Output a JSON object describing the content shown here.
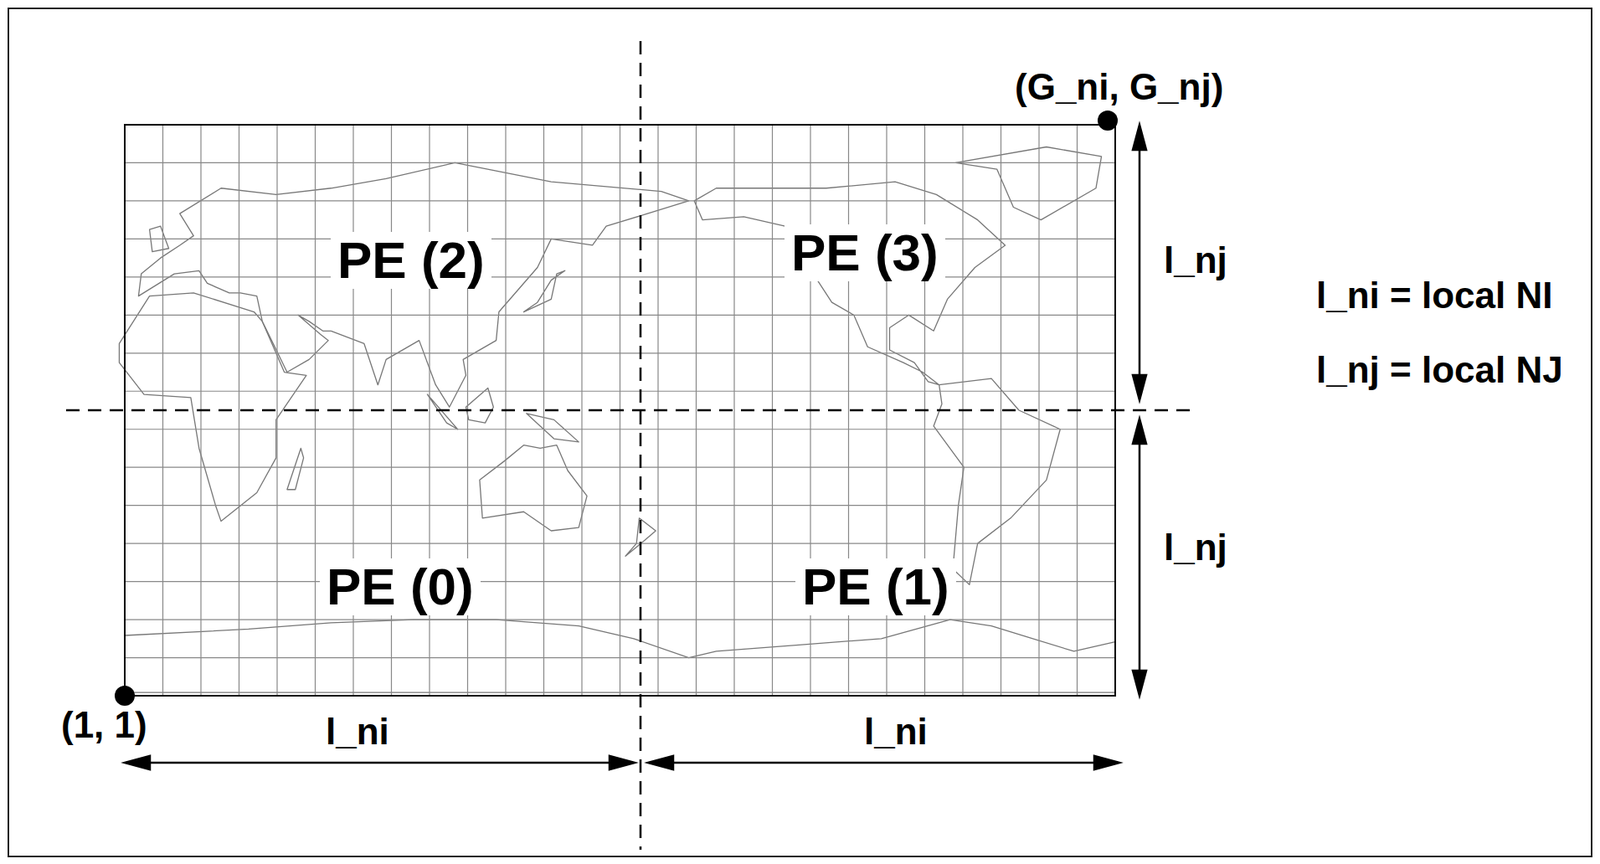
{
  "diagram": {
    "nodes": [
      {
        "text": [
          "PE (2)"
        ]
      },
      {
        "text": [
          "PE (3)"
        ]
      },
      {
        "text": [
          "PE (0)"
        ]
      },
      {
        "text": [
          "PE (1)"
        ]
      }
    ],
    "labels": [
      "(G_ni, G_nj)",
      "(1, 1)",
      "l_ni",
      "l_ni",
      "l_nj",
      "l_nj",
      "l_ni = local NI",
      "l_nj = local NJ"
    ]
  }
}
